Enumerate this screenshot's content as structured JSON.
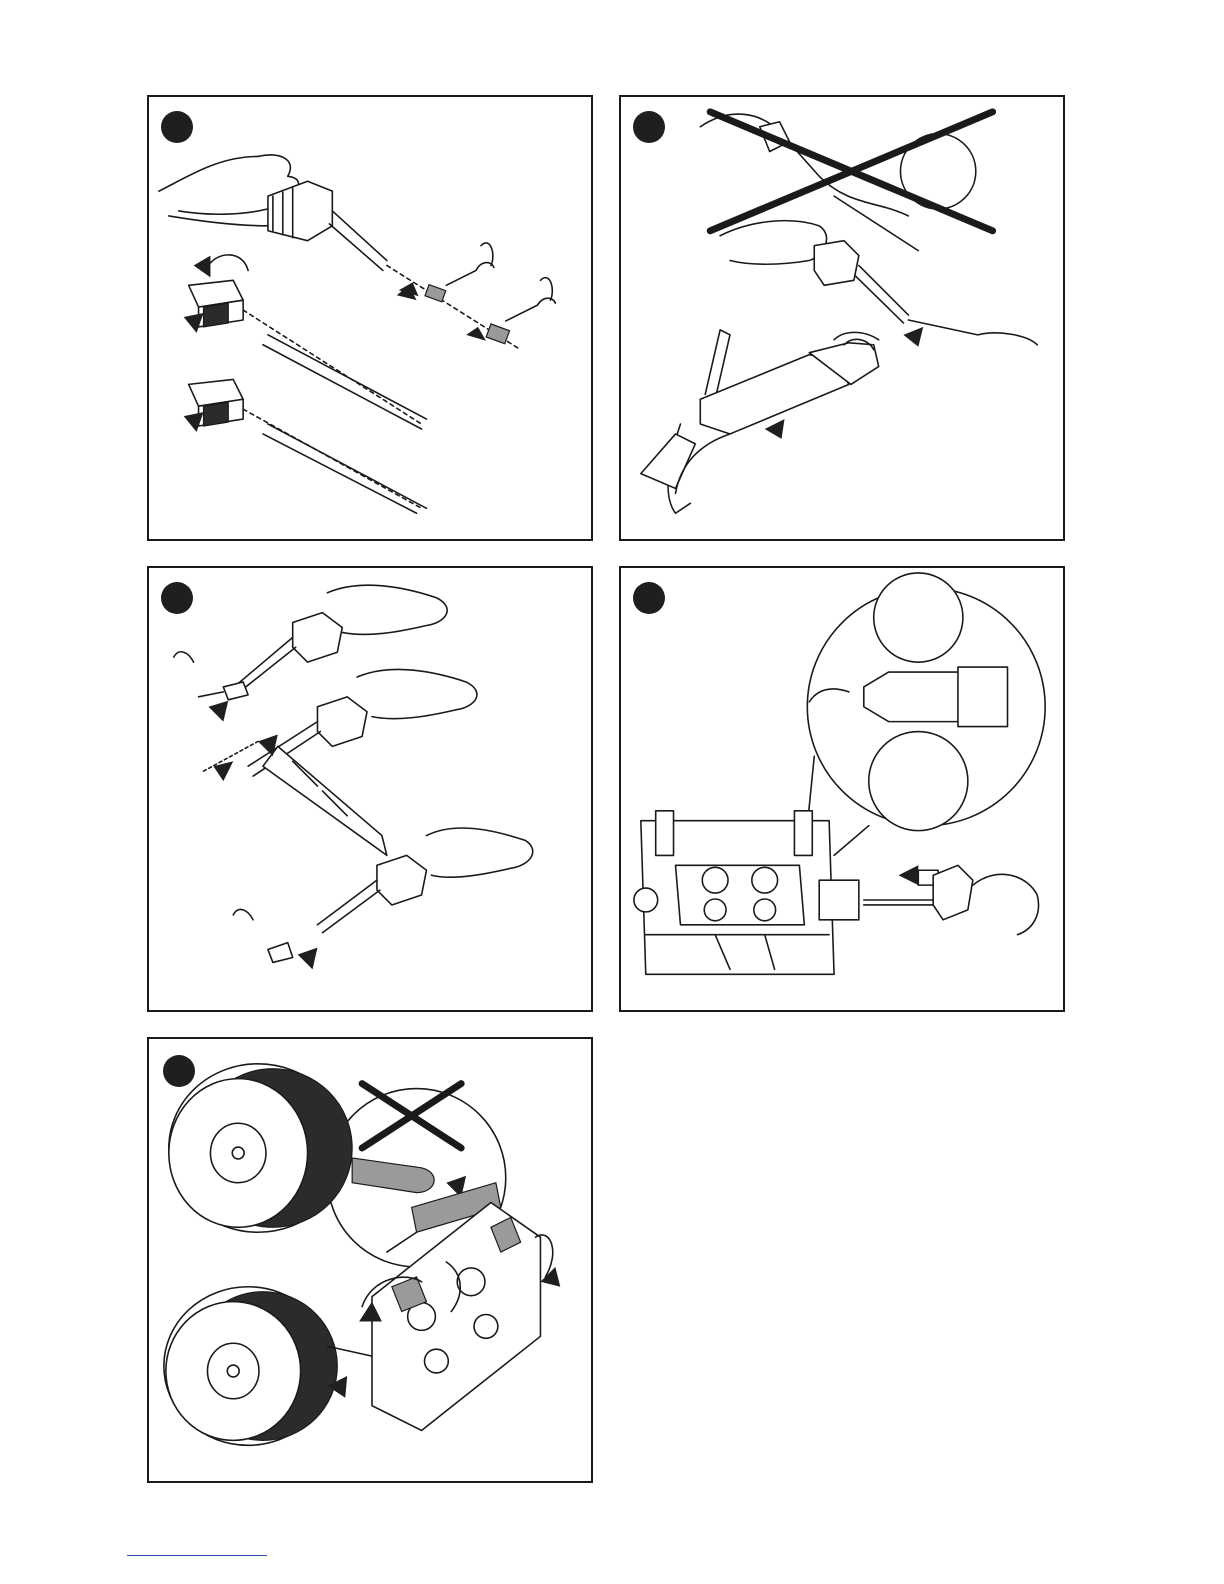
{
  "page": {
    "background": "#ffffff",
    "ink_color": "#1a1a1a",
    "footer_rule_color": "#2a4db5"
  },
  "panels": [
    {
      "id": "panel-1",
      "step_marker": "filled-circle",
      "content": "liner-nozzle-replacement"
    },
    {
      "id": "panel-2",
      "step_marker": "filled-circle",
      "content": "liner-insertion-into-torch"
    },
    {
      "id": "panel-3",
      "step_marker": "filled-circle",
      "content": "liner-cutting-and-fitting"
    },
    {
      "id": "panel-4",
      "step_marker": "filled-circle",
      "content": "torch-connection-to-wire-feeder"
    },
    {
      "id": "panel-5",
      "step_marker": "filled-circle",
      "content": "wire-spool-loading"
    }
  ]
}
